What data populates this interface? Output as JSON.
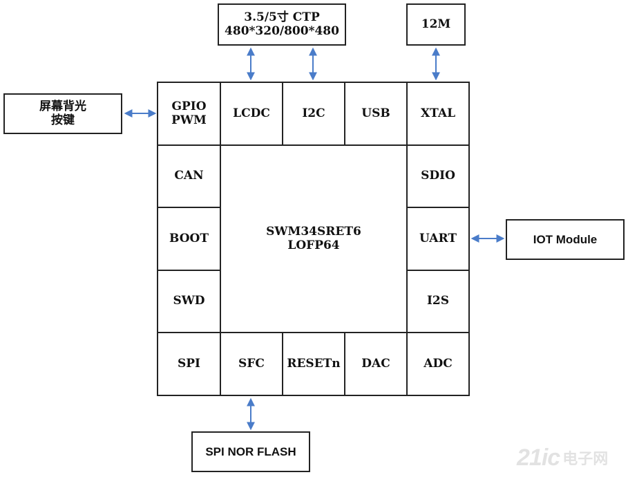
{
  "external": {
    "ctp": "3.5/5寸 CTP\n480*320/800*480",
    "clock": "12M",
    "backlight": "屏幕背光\n按键",
    "iot": "IOT Module",
    "flash": "SPI NOR FLASH"
  },
  "chip": {
    "name": "SWM34SRET6\nLOFP64",
    "top": [
      "GPIO\nPWM",
      "LCDC",
      "I2C",
      "USB",
      "XTAL"
    ],
    "left": [
      "CAN",
      "BOOT",
      "SWD"
    ],
    "right": [
      "SDIO",
      "UART",
      "I2S"
    ],
    "bottom": [
      "SPI",
      "SFC",
      "RESETn",
      "DAC",
      "ADC"
    ]
  },
  "colors": {
    "arrow": "#4a7cc9",
    "border": "#222222"
  },
  "watermark": {
    "logo": "21ic",
    "text": "电子网"
  }
}
